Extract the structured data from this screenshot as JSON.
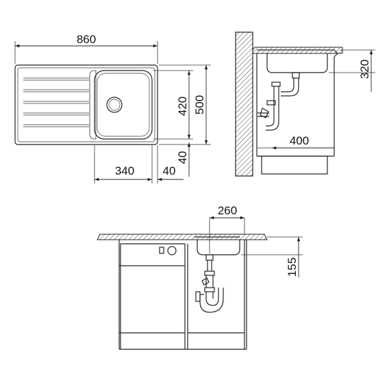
{
  "dimensions": {
    "sink_length": "860",
    "bowl_length": "340",
    "edge_offset_bottom": "40",
    "edge_offset_side": "40",
    "bowl_width": "420",
    "sink_width": "500",
    "cabinet_depth_reach": "400",
    "bowl_height": "320",
    "drain_offset": "260",
    "drain_depth": "155"
  }
}
